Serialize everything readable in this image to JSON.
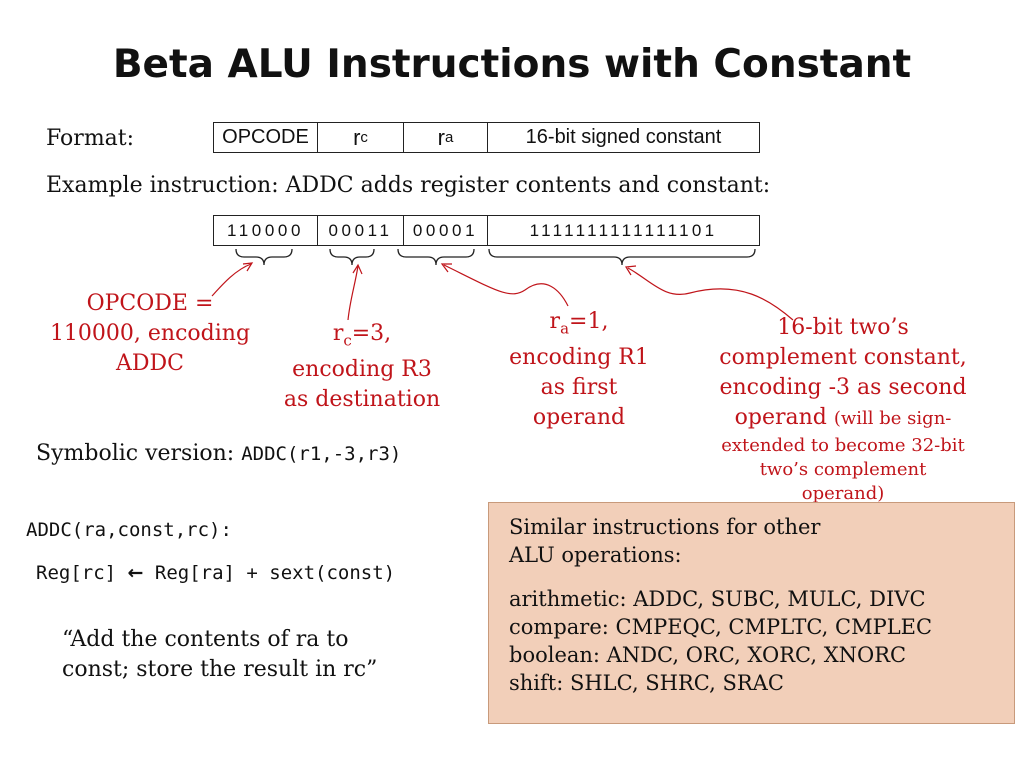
{
  "title": "Beta ALU Instructions with Constant",
  "format": {
    "label": "Format:",
    "fields": [
      "OPCODE",
      "r",
      "r",
      "16-bit signed constant"
    ],
    "subscripts": [
      "",
      "c",
      "a",
      ""
    ]
  },
  "example_line": "Example instruction: ADDC adds register contents and constant:",
  "bits": [
    "110000",
    "00011",
    "00001",
    "1111111111111101"
  ],
  "annotations": {
    "opcode": [
      "OPCODE =",
      "110000, encoding",
      "ADDC"
    ],
    "rc": {
      "r": "r",
      "sub": "c",
      "rest": "=3,",
      "lines": [
        "encoding R3",
        "as destination"
      ]
    },
    "ra": {
      "r": "r",
      "sub": "a",
      "rest": "=1,",
      "lines": [
        "encoding R1",
        "as first",
        "operand"
      ]
    },
    "constant": {
      "lines": [
        "16-bit two’s",
        "complement constant,",
        "encoding -3 as second"
      ],
      "operand_big": "operand",
      "operand_small": "(will be sign-",
      "small_lines": [
        "extended to become 32-bit",
        "two’s complement",
        "operand)"
      ]
    }
  },
  "symbolic": {
    "label": "Symbolic version:",
    "code": "ADDC(r1,-3,r3)"
  },
  "definition": {
    "signature": "ADDC(ra,const,rc):",
    "reg_left": "Reg[rc]",
    "arrow": "←",
    "reg_right": "Reg[ra] + sext(const)"
  },
  "quote": [
    "“Add the contents of ra to",
    "const; store the result in rc”"
  ],
  "panel": {
    "heading": [
      "Similar instructions for other",
      "ALU operations:"
    ],
    "items": [
      "arithmetic: ADDC, SUBC, MULC, DIVC",
      "compare: CMPEQC, CMPLTC, CMPLEC",
      "boolean: ANDC, ORC, XORC, XNORC",
      "shift: SHLC, SHRC, SRAC"
    ]
  },
  "colors": {
    "annotation": "#c0141a",
    "panel_bg": "#f2cfb9"
  }
}
